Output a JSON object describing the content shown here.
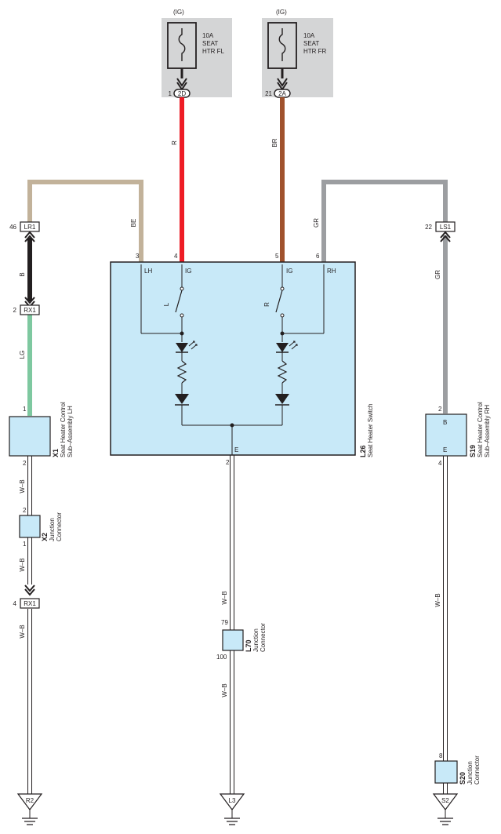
{
  "fuses": [
    {
      "supply": "(IG)",
      "rating": "10A",
      "name1": "SEAT",
      "name2": "HTR FL",
      "pin": "1",
      "conn": "2D",
      "color": "#ee1c25"
    },
    {
      "supply": "(IG)",
      "rating": "10A",
      "name1": "SEAT",
      "name2": "HTR FR",
      "pin": "21",
      "conn": "2A",
      "color": "#a0522d"
    }
  ],
  "wire_colors": {
    "r": "R",
    "br": "BR",
    "be": "BE",
    "gr1": "GR",
    "gr2": "GR",
    "b": "B",
    "lg": "LG",
    "wb1": "W–B",
    "wb2": "W–B",
    "wb3": "W–B",
    "wb4": "W–B",
    "wb5": "W–B",
    "wb6": "W–B"
  },
  "colors": {
    "red": "#ee1c25",
    "brown": "#a0522d",
    "beige": "#c2b29a",
    "gray": "#9c9ea1",
    "green": "#7ec8a0",
    "black": "#231f20",
    "component": "#c8e9f8",
    "fuse_bg": "#d4d5d6"
  },
  "connectors": {
    "lr1": {
      "pin": "46",
      "label": "LR1"
    },
    "rx1a": {
      "pin": "2",
      "label": "RX1"
    },
    "rx1b": {
      "pin": "4",
      "label": "RX1"
    },
    "ls1": {
      "pin": "22",
      "label": "LS1"
    }
  },
  "switch": {
    "id": "L26",
    "name": "Seat Heater Switch",
    "pins": {
      "p3": "3",
      "p4": "4",
      "p5": "5",
      "p6": "6",
      "p2": "2"
    },
    "terms": {
      "lh": "LH",
      "ig1": "IG",
      "ig2": "IG",
      "rh": "RH",
      "e": "E",
      "l": "L",
      "r": "R"
    }
  },
  "x1": {
    "id": "X1",
    "name1": "Seat Heater Control",
    "name2": "Sub–Assembly LH",
    "pin_top": "1",
    "pin_bot": "2"
  },
  "s19": {
    "id": "S19",
    "name1": "Seat Heater Control",
    "name2": "Sub–Assembly RH",
    "pin_top": "2",
    "pin_bot": "4",
    "term_b": "B",
    "term_e": "E"
  },
  "x2": {
    "id": "X2",
    "name1": "Junction",
    "name2": "Connector",
    "pin_top": "2",
    "pin_bot": "1"
  },
  "l70": {
    "id": "L70",
    "name1": "Junction",
    "name2": "Connector",
    "pin_top": "79",
    "pin_bot": "100"
  },
  "s20": {
    "id": "S20",
    "name1": "Junction",
    "name2": "Connector",
    "pin_top": "8"
  },
  "grounds": [
    "R2",
    "L3",
    "S2"
  ]
}
